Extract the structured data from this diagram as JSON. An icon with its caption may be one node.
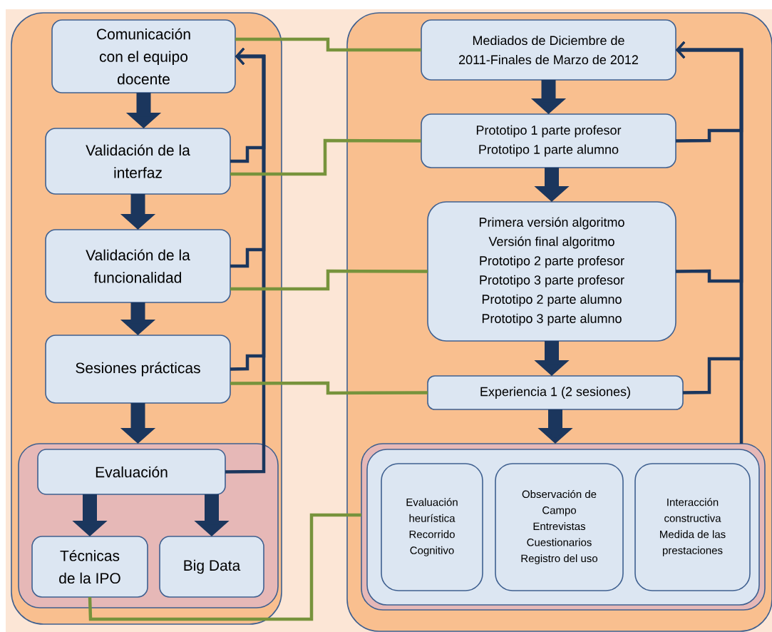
{
  "diagram": {
    "nodes": [
      {
        "text": [],
        "shape": "box"
      },
      {
        "text": [
          "Comunicación con el equipo docente"
        ],
        "in": 0
      },
      {
        "text": [
          "Validación de la interfaz"
        ],
        "in": 0
      },
      {
        "text": [
          "Validación de la funcionalidad"
        ],
        "in": 0
      },
      {
        "text": [
          "Sesiones prácticas"
        ],
        "in": 0
      },
      {
        "text": [],
        "shape": "box",
        "in": 0
      },
      {
        "text": [
          "Evaluación"
        ],
        "in": 5
      },
      {
        "text": [
          "Técnicas de la IPO"
        ],
        "in": 5
      },
      {
        "text": [
          "Big Data"
        ],
        "in": 5
      },
      {
        "text": [],
        "shape": "box"
      },
      {
        "text": [
          "Mediados de Diciembre de 2011-Finales de Marzo de 2012"
        ],
        "in": 9
      },
      {
        "text": [
          "Prototipo 1 parte profesor",
          "Prototipo 1 parte alumno"
        ],
        "in": 9
      },
      {
        "text": [
          "Primera versión algoritmo",
          "Versión final algoritmo",
          "Prototipo 2 parte profesor",
          "Prototipo 3 parte profesor",
          "Prototipo 2 parte alumno",
          "Prototipo 3 parte alumno"
        ],
        "in": 9
      },
      {
        "text": [
          "Experiencia 1 (2 sesiones)"
        ],
        "in": 9
      },
      {
        "text": [],
        "shape": "box",
        "in": 9
      },
      {
        "text": [],
        "shape": "box",
        "in": 14
      },
      {
        "text": [
          "Evaluación heurística",
          "Recorrido Cognitivo"
        ],
        "in": 15
      },
      {
        "text": [
          "Observación de Campo",
          "Entrevistas",
          "Cuestionarios",
          "Registro del uso"
        ],
        "in": 15
      },
      {
        "text": [
          "Interacción constructiva",
          "Medida de las prestaciones"
        ],
        "in": 15
      }
    ],
    "edges": [
      {
        "from": 1,
        "to": 2,
        "arrow": "to",
        "style": "thick"
      },
      {
        "from": 2,
        "to": 3,
        "arrow": "to",
        "style": "thick"
      },
      {
        "from": 3,
        "to": 4,
        "arrow": "to",
        "style": "thick"
      },
      {
        "from": 4,
        "to": 5,
        "arrow": "to",
        "style": "thick"
      },
      {
        "from": 6,
        "to": 7,
        "arrow": "to",
        "style": "thick"
      },
      {
        "from": 6,
        "to": 8,
        "arrow": "to",
        "style": "thick"
      },
      {
        "from": 10,
        "to": 11,
        "arrow": "to",
        "style": "thick"
      },
      {
        "from": 11,
        "to": 12,
        "arrow": "to",
        "style": "thick"
      },
      {
        "from": 12,
        "to": 13,
        "arrow": "to",
        "style": "thick"
      },
      {
        "from": 13,
        "to": 14,
        "arrow": "to",
        "style": "thick"
      },
      {
        "from": 2,
        "to": 1,
        "arrow": "to"
      },
      {
        "from": 3,
        "to": 1,
        "arrow": "to"
      },
      {
        "from": 4,
        "to": 1,
        "arrow": "to"
      },
      {
        "from": 6,
        "to": 1,
        "arrow": "to"
      },
      {
        "from": 11,
        "to": 10,
        "arrow": "to"
      },
      {
        "from": 12,
        "to": 10,
        "arrow": "to"
      },
      {
        "from": 13,
        "to": 10,
        "arrow": "to"
      },
      {
        "from": 14,
        "to": 10,
        "arrow": "to"
      },
      {
        "from": 1,
        "to": 10,
        "arrow": "none",
        "color": "#77933c"
      },
      {
        "from": 2,
        "to": 11,
        "arrow": "none",
        "color": "#77933c"
      },
      {
        "from": 3,
        "to": 12,
        "arrow": "none",
        "color": "#77933c"
      },
      {
        "from": 4,
        "to": 13,
        "arrow": "none",
        "color": "#77933c"
      },
      {
        "from": 7,
        "to": 14,
        "arrow": "none",
        "color": "#77933c"
      }
    ]
  }
}
